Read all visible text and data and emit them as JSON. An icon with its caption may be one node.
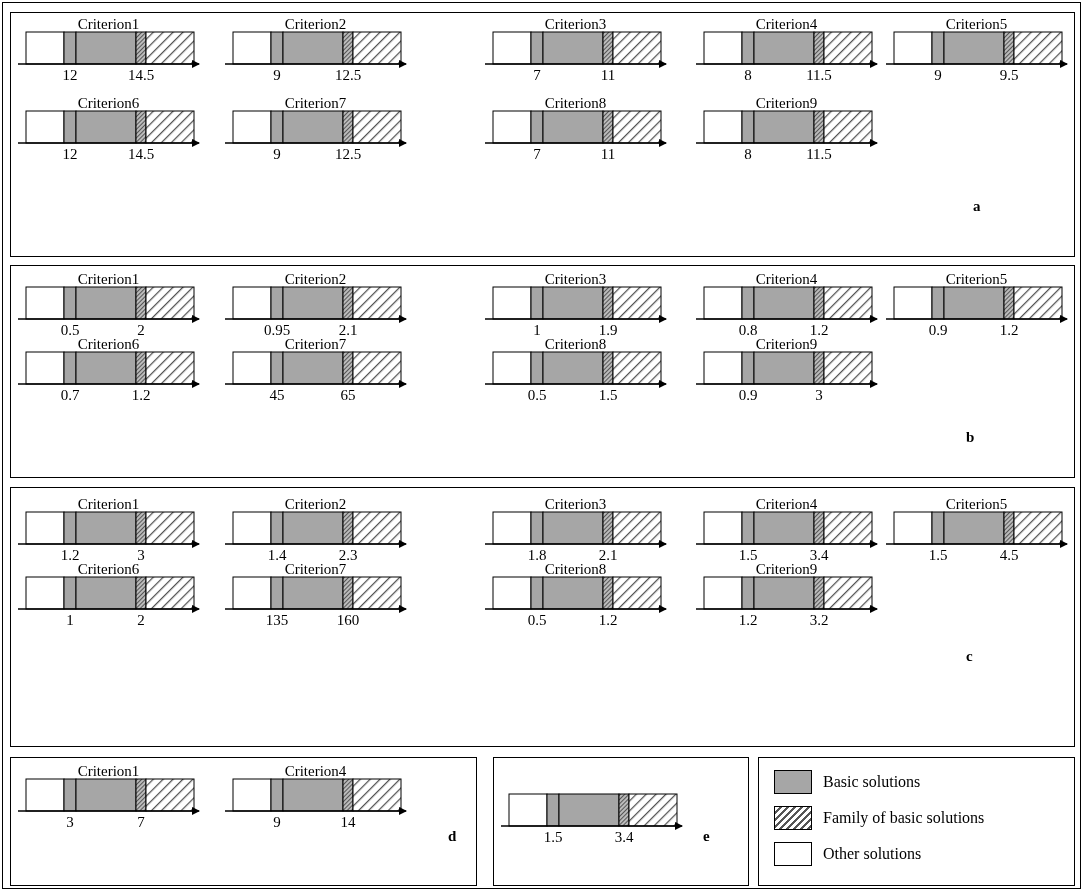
{
  "diagram": {
    "nodes": [
      {
        "text": [
          "a"
        ]
      },
      {
        "text": [
          "Criterion1"
        ],
        "in": 0,
        "beside": [
          "12",
          "14.5"
        ]
      },
      {
        "text": [
          "Criterion2"
        ],
        "in": 0,
        "beside": [
          "9",
          "12.5"
        ]
      },
      {
        "text": [
          "Criterion3"
        ],
        "in": 0,
        "beside": [
          "7",
          "11"
        ]
      },
      {
        "text": [
          "Criterion4"
        ],
        "in": 0,
        "beside": [
          "8",
          "11.5"
        ]
      },
      {
        "text": [
          "Criterion5"
        ],
        "in": 0,
        "beside": [
          "9",
          "9.5"
        ]
      },
      {
        "text": [
          "Criterion6"
        ],
        "in": 0,
        "beside": [
          "12",
          "14.5"
        ]
      },
      {
        "text": [
          "Criterion7"
        ],
        "in": 0,
        "beside": [
          "9",
          "12.5"
        ]
      },
      {
        "text": [
          "Criterion8"
        ],
        "in": 0,
        "beside": [
          "7",
          "11"
        ]
      },
      {
        "text": [
          "Criterion9"
        ],
        "in": 0,
        "beside": [
          "8",
          "11.5"
        ]
      },
      {
        "text": [
          "b"
        ]
      },
      {
        "text": [
          "Criterion1"
        ],
        "in": 10,
        "beside": [
          "0.5",
          "2"
        ]
      },
      {
        "text": [
          "Criterion2"
        ],
        "in": 10,
        "beside": [
          "0.95",
          "2.1"
        ]
      },
      {
        "text": [
          "Criterion3"
        ],
        "in": 10,
        "beside": [
          "1",
          "1.9"
        ]
      },
      {
        "text": [
          "Criterion4"
        ],
        "in": 10,
        "beside": [
          "0.8",
          "1.2"
        ]
      },
      {
        "text": [
          "Criterion5"
        ],
        "in": 10,
        "beside": [
          "0.9",
          "1.2"
        ]
      },
      {
        "text": [
          "Criterion6"
        ],
        "in": 10,
        "beside": [
          "0.7",
          "1.2"
        ]
      },
      {
        "text": [
          "Criterion7"
        ],
        "in": 10,
        "beside": [
          "45",
          "65"
        ]
      },
      {
        "text": [
          "Criterion8"
        ],
        "in": 10,
        "beside": [
          "0.5",
          "1.5"
        ]
      },
      {
        "text": [
          "Criterion9"
        ],
        "in": 10,
        "beside": [
          "0.9",
          "3"
        ]
      },
      {
        "text": [
          "c"
        ]
      },
      {
        "text": [
          "Criterion1"
        ],
        "in": 20,
        "beside": [
          "1.2",
          "3"
        ]
      },
      {
        "text": [
          "Criterion2"
        ],
        "in": 20,
        "beside": [
          "1.4",
          "2.3"
        ]
      },
      {
        "text": [
          "Criterion3"
        ],
        "in": 20,
        "beside": [
          "1.8",
          "2.1"
        ]
      },
      {
        "text": [
          "Criterion4"
        ],
        "in": 20,
        "beside": [
          "1.5",
          "3.4"
        ]
      },
      {
        "text": [
          "Criterion5"
        ],
        "in": 20,
        "beside": [
          "1.5",
          "4.5"
        ]
      },
      {
        "text": [
          "Criterion6"
        ],
        "in": 20,
        "beside": [
          "1",
          "2"
        ]
      },
      {
        "text": [
          "Criterion7"
        ],
        "in": 20,
        "beside": [
          "135",
          "160"
        ]
      },
      {
        "text": [
          "Criterion8"
        ],
        "in": 20,
        "beside": [
          "0.5",
          "1.2"
        ]
      },
      {
        "text": [
          "Criterion9"
        ],
        "in": 20,
        "beside": [
          "1.2",
          "3.2"
        ]
      },
      {
        "text": [
          "d"
        ]
      },
      {
        "text": [
          "Criterion1"
        ],
        "in": 30,
        "beside": [
          "3",
          "7"
        ]
      },
      {
        "text": [
          "Criterion4"
        ],
        "in": 30,
        "beside": [
          "9",
          "14"
        ]
      },
      {
        "text": [
          "e"
        ]
      },
      {
        "text": [],
        "shape": "bar",
        "in": 33,
        "beside": [
          "1.5",
          "3.4"
        ]
      }
    ],
    "edges": [],
    "legend": [
      {
        "text": "Basic solutions",
        "color": "#a6a6a6"
      },
      {
        "text": "Family of basic solutions"
      },
      {
        "text": "Other solutions",
        "color": "#ffffff"
      }
    ]
  }
}
